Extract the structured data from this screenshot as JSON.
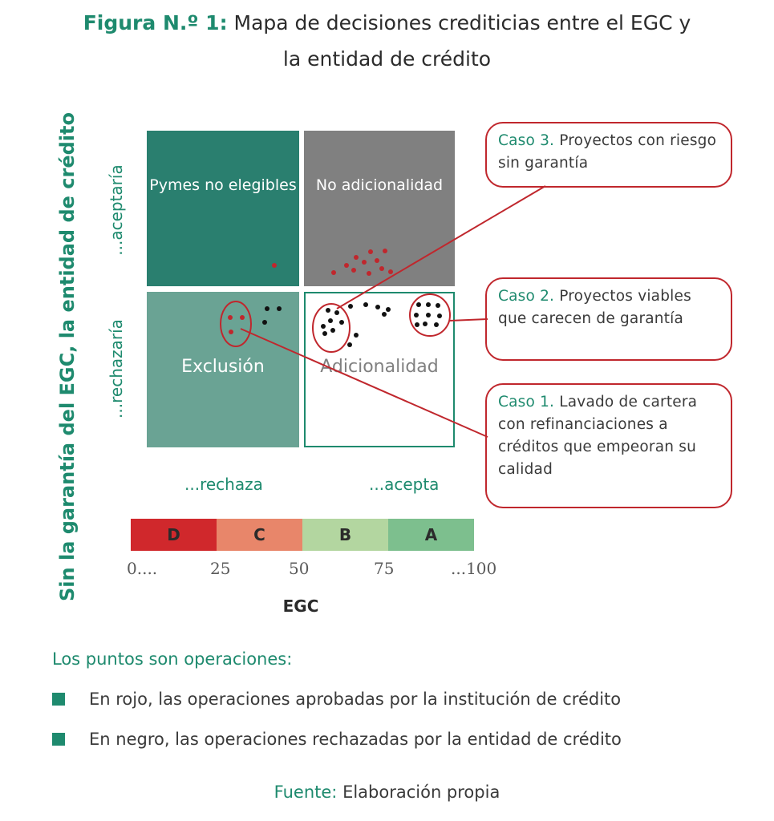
{
  "title": {
    "label": "Figura N.º 1:",
    "line1": "Mapa de decisiones crediticias entre el EGC y",
    "line2": "la entidad de crédito"
  },
  "y_axis": {
    "main": "Sin la garantía del EGC, la entidad de crédito",
    "top": "...aceptaría",
    "bottom": "...rechazaría"
  },
  "quadrants": {
    "top_left": "Pymes no elegibles",
    "top_right": "No adicionalidad",
    "bottom_left": "Exclusión",
    "bottom_right": "Adicionalidad"
  },
  "x_axis": {
    "left": "...rechaza",
    "right": "...acepta",
    "title": "EGC"
  },
  "callouts": {
    "caso3": {
      "title": "Caso 3.",
      "text": "Proyectos con riesgo sin garantía"
    },
    "caso2": {
      "title": "Caso 2.",
      "text": "Proyectos viables que carecen de garantía"
    },
    "caso1": {
      "title": "Caso 1.",
      "text": "Lavado de cartera con refinanciaciones a créditos que empeoran su calidad"
    }
  },
  "scale": {
    "segments": [
      "D",
      "C",
      "B",
      "A"
    ],
    "colors": [
      "#d0282c",
      "#e8866a",
      "#b3d6a0",
      "#7dbf8e"
    ],
    "ticks": [
      "0....",
      "25",
      "50",
      "75",
      "...100"
    ]
  },
  "legend": {
    "heading": "Los puntos son operaciones:",
    "items": [
      "En rojo, las operaciones aprobadas por la institución de crédito",
      "En negro, las operaciones rechazadas por la entidad de crédito"
    ]
  },
  "source": {
    "label": "Fuente:",
    "text": "Elaboración propia"
  },
  "colors": {
    "accent": "#1e8a6e",
    "dark_teal": "#2a7f6f",
    "mid_teal": "#6aa394",
    "gray": "#808080",
    "red": "#c0272d"
  }
}
